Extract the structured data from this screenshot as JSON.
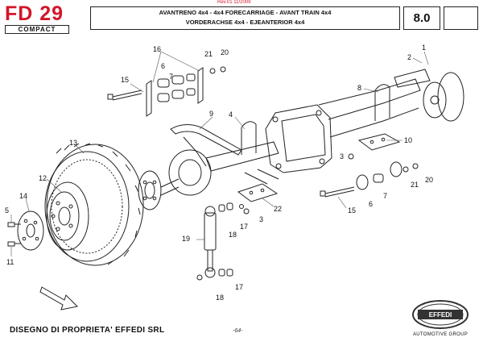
{
  "logo": {
    "title": "FD 29",
    "subtitle": "COMPACT"
  },
  "revision": "Rev.01 11/2009",
  "header": {
    "line1": "AVANTRENO 4x4 - 4x4 FORECARRIAGE - AVANT TRAIN 4x4",
    "line2": "VORDERACHSE 4x4 - EJEANTERIOR 4x4"
  },
  "section_number": "8.0",
  "callouts": [
    "1",
    "2",
    "3",
    "3",
    "4",
    "5",
    "6",
    "6",
    "7",
    "7",
    "8",
    "9",
    "10",
    "11",
    "12",
    "13",
    "14",
    "15",
    "15",
    "16",
    "17",
    "17",
    "18",
    "18",
    "19",
    "20",
    "20",
    "21",
    "21",
    "22"
  ],
  "footer": {
    "ownership": "DISEGNO DI PROPRIETA' EFFEDI SRL",
    "page": "-64-",
    "brand_name": "EFFEDI",
    "brand_tagline": "AUTOMOTIVE GROUP"
  },
  "colors": {
    "logo_red": "#d3152a",
    "line": "#222222"
  }
}
